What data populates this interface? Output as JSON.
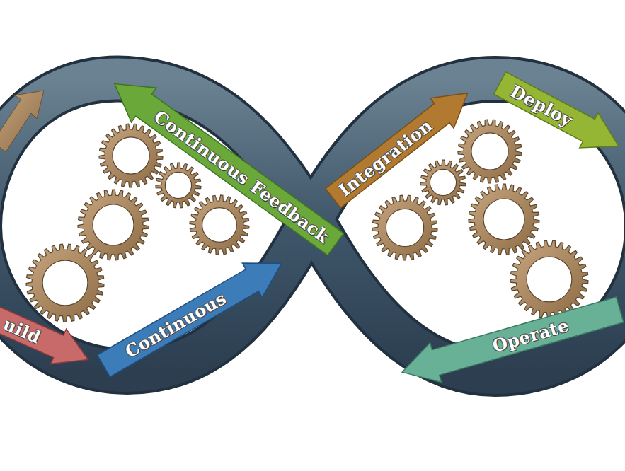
{
  "diagram": {
    "nodes": [
      {
        "text": [
          "Continuous Feedback"
        ]
      },
      {
        "text": [
          "Integration"
        ]
      },
      {
        "text": [
          "Deploy"
        ]
      },
      {
        "text": [
          "Operate"
        ]
      },
      {
        "text": [
          "Continuous"
        ]
      },
      {
        "text": [
          "uild"
        ]
      }
    ]
  }
}
